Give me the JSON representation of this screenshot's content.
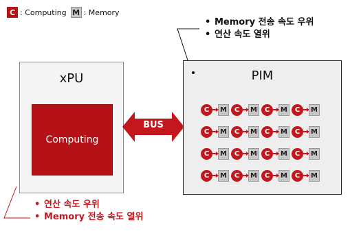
{
  "legend": {
    "c_key": "C",
    "c_label": ": Computing",
    "m_key": "M",
    "m_label": ": Memory"
  },
  "xpu": {
    "title": "xPU",
    "block_label": "Computing"
  },
  "bus": {
    "label": "BUS"
  },
  "pim": {
    "title": "PIM",
    "unit_c": "C",
    "unit_m": "M",
    "rows": 4,
    "cols": 4
  },
  "annotations": {
    "pim": [
      "Memory 전송 속도 우위",
      "연산 속도 열위"
    ],
    "xpu": [
      "연산 속도 우위",
      "Memory 전송 속도 열위"
    ],
    "bullet": "•"
  },
  "colors": {
    "accent_red": "#c4161d",
    "block_red": "#b51218",
    "memory_gray": "#c7c7c7"
  }
}
